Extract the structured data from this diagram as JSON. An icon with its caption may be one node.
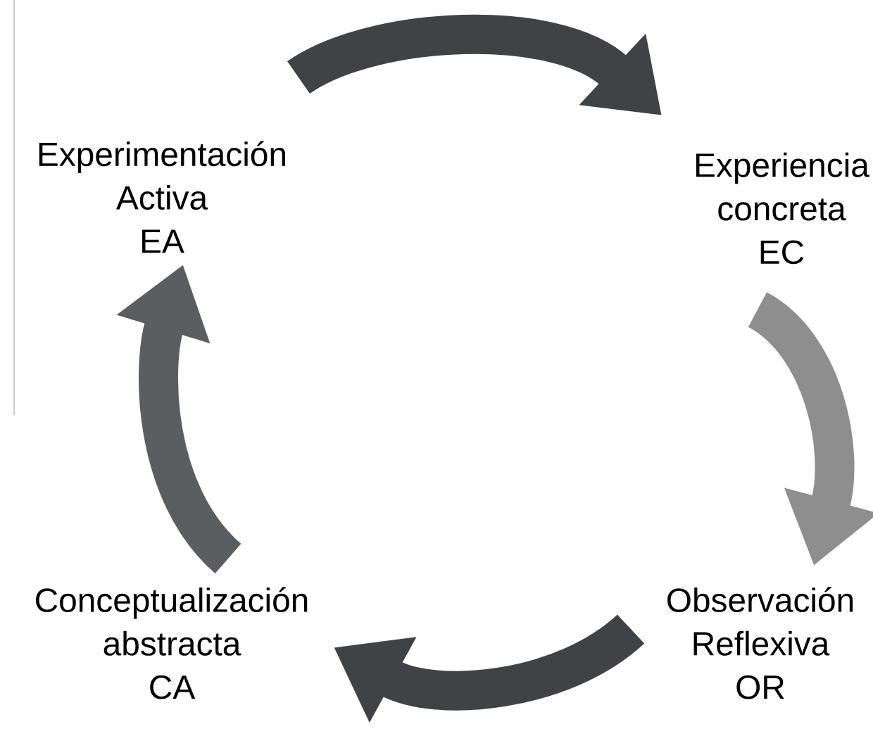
{
  "diagram": {
    "nodes": [
      {
        "text": [
          "Experimentación Activa EA"
        ]
      },
      {
        "text": [
          "Experiencia concreta EC"
        ]
      },
      {
        "text": [
          "Observación Reflexiva OR"
        ]
      },
      {
        "text": [
          "Conceptualización abstracta CA"
        ]
      }
    ],
    "edges": [
      {
        "from": 0,
        "to": 1,
        "arrow": "to"
      },
      {
        "from": 1,
        "to": 2,
        "arrow": "to",
        "color": "#8e8e8e"
      },
      {
        "from": 2,
        "to": 3,
        "arrow": "to"
      },
      {
        "from": 3,
        "to": 0,
        "arrow": "to",
        "color": "#5b5e61"
      }
    ]
  }
}
